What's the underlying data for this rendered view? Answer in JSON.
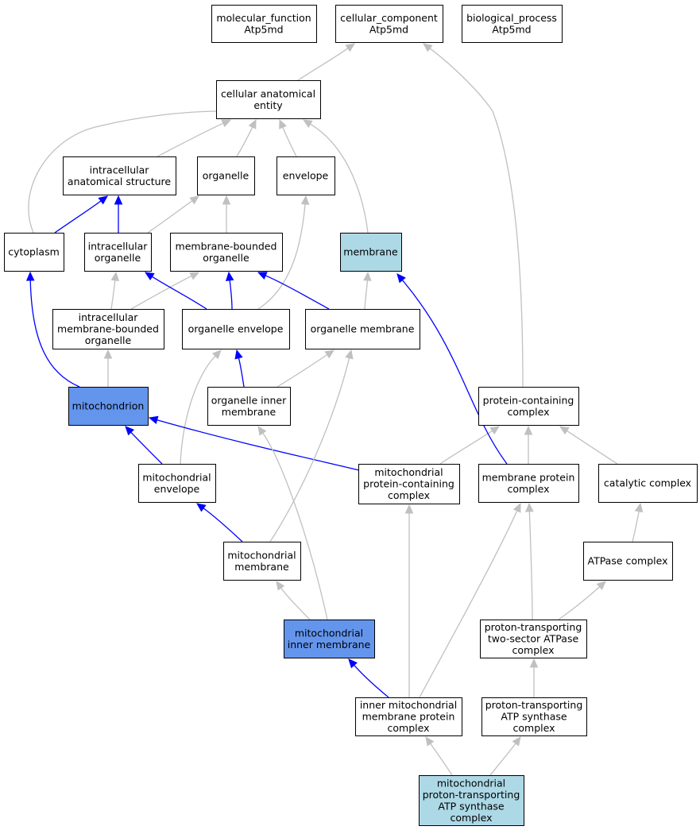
{
  "colors": {
    "node_default": "#ffffff",
    "node_light_blue": "#add8e6",
    "node_cornflower": "#6495ed",
    "edge_grey": "#c0c0c0",
    "edge_blue": "#0000ff",
    "border": "#000000"
  },
  "nodes": {
    "molecular_function": {
      "lines": [
        "molecular_function",
        "Atp5md"
      ],
      "fill": "white"
    },
    "cellular_component": {
      "lines": [
        "cellular_component",
        "Atp5md"
      ],
      "fill": "white"
    },
    "biological_process": {
      "lines": [
        "biological_process",
        "Atp5md"
      ],
      "fill": "white"
    },
    "cellular_anatomical_entity": {
      "lines": [
        "cellular anatomical",
        "entity"
      ],
      "fill": "white"
    },
    "intracellular_anatomical_structure": {
      "lines": [
        "intracellular",
        "anatomical structure"
      ],
      "fill": "white"
    },
    "organelle": {
      "lines": [
        "organelle"
      ],
      "fill": "white"
    },
    "envelope": {
      "lines": [
        "envelope"
      ],
      "fill": "white"
    },
    "cytoplasm": {
      "lines": [
        "cytoplasm"
      ],
      "fill": "white"
    },
    "intracellular_organelle": {
      "lines": [
        "intracellular",
        "organelle"
      ],
      "fill": "white"
    },
    "membrane_bounded_organelle": {
      "lines": [
        "membrane-bounded",
        "organelle"
      ],
      "fill": "white"
    },
    "membrane": {
      "lines": [
        "membrane"
      ],
      "fill": "lightblue"
    },
    "intracellular_membrane_bounded_organelle": {
      "lines": [
        "intracellular",
        "membrane-bounded",
        "organelle"
      ],
      "fill": "white"
    },
    "organelle_envelope": {
      "lines": [
        "organelle envelope"
      ],
      "fill": "white"
    },
    "organelle_membrane": {
      "lines": [
        "organelle membrane"
      ],
      "fill": "white"
    },
    "mitochondrion": {
      "lines": [
        "mitochondrion"
      ],
      "fill": "cornflower"
    },
    "organelle_inner_membrane": {
      "lines": [
        "organelle inner",
        "membrane"
      ],
      "fill": "white"
    },
    "protein_containing_complex": {
      "lines": [
        "protein-containing",
        "complex"
      ],
      "fill": "white"
    },
    "mitochondrial_envelope": {
      "lines": [
        "mitochondrial",
        "envelope"
      ],
      "fill": "white"
    },
    "mitochondrial_protein_containing_complex": {
      "lines": [
        "mitochondrial",
        "protein-containing",
        "complex"
      ],
      "fill": "white"
    },
    "membrane_protein_complex": {
      "lines": [
        "membrane protein",
        "complex"
      ],
      "fill": "white"
    },
    "catalytic_complex": {
      "lines": [
        "catalytic complex"
      ],
      "fill": "white"
    },
    "mitochondrial_membrane": {
      "lines": [
        "mitochondrial",
        "membrane"
      ],
      "fill": "white"
    },
    "atpase_complex": {
      "lines": [
        "ATPase complex"
      ],
      "fill": "white"
    },
    "mitochondrial_inner_membrane": {
      "lines": [
        "mitochondrial",
        "inner membrane"
      ],
      "fill": "cornflower"
    },
    "proton_transporting_two_sector_atpase_complex": {
      "lines": [
        "proton-transporting",
        "two-sector ATPase",
        "complex"
      ],
      "fill": "white"
    },
    "inner_mitochondrial_membrane_protein_complex": {
      "lines": [
        "inner mitochondrial",
        "membrane protein",
        "complex"
      ],
      "fill": "white"
    },
    "proton_transporting_atp_synthase_complex": {
      "lines": [
        "proton-transporting",
        "ATP synthase",
        "complex"
      ],
      "fill": "white"
    },
    "mitochondrial_proton_transporting_atp_synthase_complex": {
      "lines": [
        "mitochondrial",
        "proton-transporting",
        "ATP synthase",
        "complex"
      ],
      "fill": "lightblue"
    }
  },
  "edges": [
    {
      "from": "cellular_anatomical_entity",
      "to": "cellular_component",
      "type": "grey"
    },
    {
      "from": "protein_containing_complex",
      "to": "cellular_component",
      "type": "grey"
    },
    {
      "from": "intracellular_anatomical_structure",
      "to": "cellular_anatomical_entity",
      "type": "grey"
    },
    {
      "from": "organelle",
      "to": "cellular_anatomical_entity",
      "type": "grey"
    },
    {
      "from": "envelope",
      "to": "cellular_anatomical_entity",
      "type": "grey"
    },
    {
      "from": "membrane",
      "to": "cellular_anatomical_entity",
      "type": "grey"
    },
    {
      "from": "cytoplasm",
      "to": "cellular_anatomical_entity",
      "type": "grey"
    },
    {
      "from": "cytoplasm",
      "to": "intracellular_anatomical_structure",
      "type": "blue"
    },
    {
      "from": "intracellular_organelle",
      "to": "intracellular_anatomical_structure",
      "type": "blue"
    },
    {
      "from": "intracellular_organelle",
      "to": "organelle",
      "type": "grey"
    },
    {
      "from": "membrane_bounded_organelle",
      "to": "organelle",
      "type": "grey"
    },
    {
      "from": "intracellular_membrane_bounded_organelle",
      "to": "intracellular_organelle",
      "type": "grey"
    },
    {
      "from": "intracellular_membrane_bounded_organelle",
      "to": "membrane_bounded_organelle",
      "type": "grey"
    },
    {
      "from": "organelle_envelope",
      "to": "intracellular_organelle",
      "type": "blue"
    },
    {
      "from": "organelle_envelope",
      "to": "membrane_bounded_organelle",
      "type": "blue"
    },
    {
      "from": "organelle_envelope",
      "to": "envelope",
      "type": "grey"
    },
    {
      "from": "organelle_membrane",
      "to": "membrane_bounded_organelle",
      "type": "blue"
    },
    {
      "from": "organelle_membrane",
      "to": "membrane",
      "type": "grey"
    },
    {
      "from": "mitochondrion",
      "to": "cytoplasm",
      "type": "blue"
    },
    {
      "from": "mitochondrion",
      "to": "intracellular_membrane_bounded_organelle",
      "type": "grey"
    },
    {
      "from": "organelle_inner_membrane",
      "to": "organelle_envelope",
      "type": "blue"
    },
    {
      "from": "organelle_inner_membrane",
      "to": "organelle_membrane",
      "type": "grey"
    },
    {
      "from": "mitochondrial_envelope",
      "to": "mitochondrion",
      "type": "blue"
    },
    {
      "from": "mitochondrial_envelope",
      "to": "organelle_envelope",
      "type": "grey"
    },
    {
      "from": "mitochondrial_protein_containing_complex",
      "to": "mitochondrion",
      "type": "blue"
    },
    {
      "from": "mitochondrial_protein_containing_complex",
      "to": "protein_containing_complex",
      "type": "grey"
    },
    {
      "from": "membrane_protein_complex",
      "to": "membrane",
      "type": "blue"
    },
    {
      "from": "membrane_protein_complex",
      "to": "protein_containing_complex",
      "type": "grey"
    },
    {
      "from": "catalytic_complex",
      "to": "protein_containing_complex",
      "type": "grey"
    },
    {
      "from": "mitochondrial_membrane",
      "to": "mitochondrial_envelope",
      "type": "blue"
    },
    {
      "from": "mitochondrial_membrane",
      "to": "organelle_membrane",
      "type": "grey"
    },
    {
      "from": "atpase_complex",
      "to": "catalytic_complex",
      "type": "grey"
    },
    {
      "from": "mitochondrial_inner_membrane",
      "to": "mitochondrial_membrane",
      "type": "grey"
    },
    {
      "from": "mitochondrial_inner_membrane",
      "to": "organelle_inner_membrane",
      "type": "grey"
    },
    {
      "from": "proton_transporting_two_sector_atpase_complex",
      "to": "atpase_complex",
      "type": "grey"
    },
    {
      "from": "proton_transporting_two_sector_atpase_complex",
      "to": "membrane_protein_complex",
      "type": "grey"
    },
    {
      "from": "inner_mitochondrial_membrane_protein_complex",
      "to": "mitochondrial_inner_membrane",
      "type": "blue"
    },
    {
      "from": "inner_mitochondrial_membrane_protein_complex",
      "to": "mitochondrial_protein_containing_complex",
      "type": "grey"
    },
    {
      "from": "inner_mitochondrial_membrane_protein_complex",
      "to": "membrane_protein_complex",
      "type": "grey"
    },
    {
      "from": "proton_transporting_atp_synthase_complex",
      "to": "proton_transporting_two_sector_atpase_complex",
      "type": "grey"
    },
    {
      "from": "mitochondrial_proton_transporting_atp_synthase_complex",
      "to": "inner_mitochondrial_membrane_protein_complex",
      "type": "grey"
    },
    {
      "from": "mitochondrial_proton_transporting_atp_synthase_complex",
      "to": "proton_transporting_atp_synthase_complex",
      "type": "grey"
    }
  ]
}
